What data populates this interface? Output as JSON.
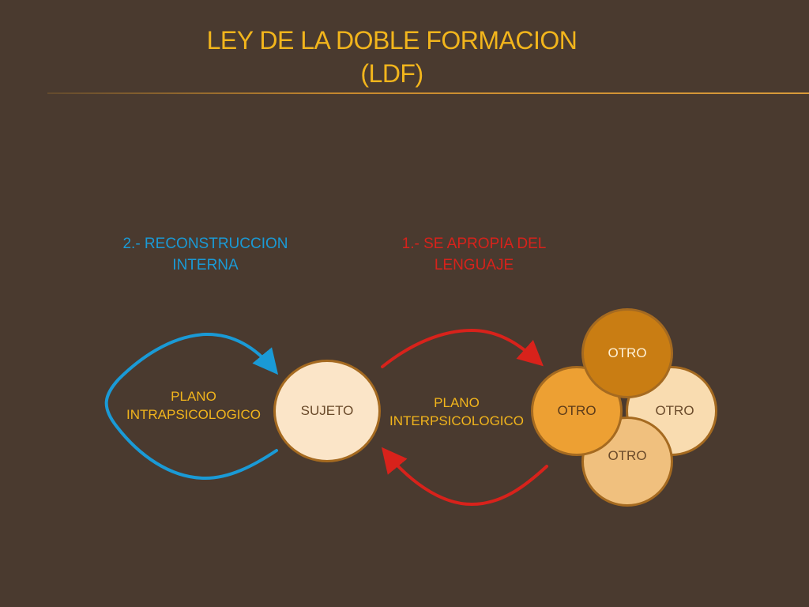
{
  "slide": {
    "title_line1": "LEY DE LA DOBLE FORMACION",
    "title_line2": "(LDF)",
    "colors": {
      "background": "#4a3a2f",
      "accent": "#f2b51c",
      "blue": "#1a9ad6",
      "red": "#d8221b"
    }
  },
  "diagram": {
    "step2_line1": "2.- RECONSTRUCCION",
    "step2_line2": "INTERNA",
    "step1_line1": "1.- SE APROPIA DEL",
    "step1_line2": "LENGUAJE",
    "plano_intra_line1": "PLANO",
    "plano_intra_line2": "INTRAPSICOLOGICO",
    "plano_inter_line1": "PLANO",
    "plano_inter_line2": "INTERPSICOLOGICO",
    "sujeto": "SUJETO",
    "otros": [
      "OTRO",
      "OTRO",
      "OTRO",
      "OTRO"
    ]
  }
}
